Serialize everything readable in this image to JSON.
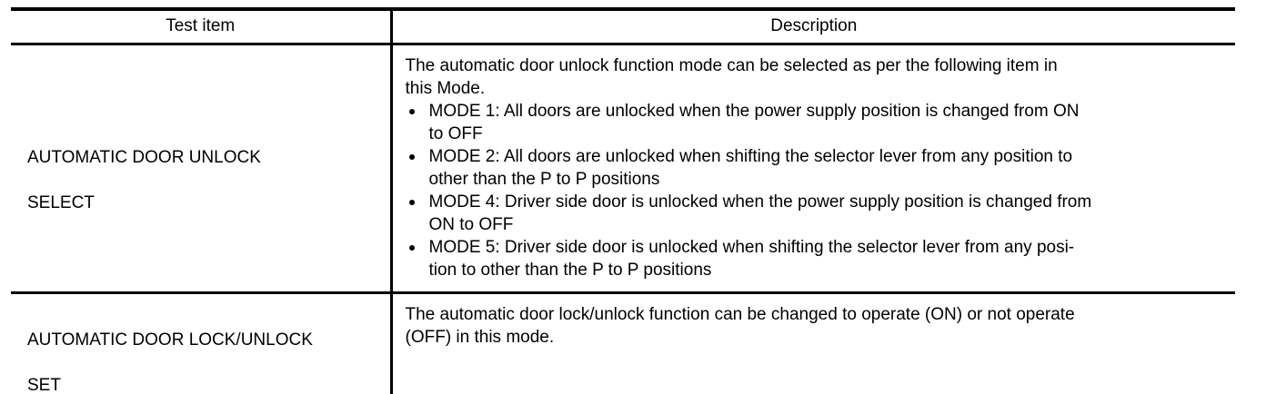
{
  "table": {
    "headers": {
      "test_item": "Test item",
      "description": "Description"
    },
    "rows": [
      {
        "test_item_line1": "AUTOMATIC DOOR UNLOCK",
        "test_item_line2": "SELECT",
        "description": {
          "intro_line1": "The automatic door unlock function mode can be selected as per the following item in",
          "intro_line2": "this Mode.",
          "bullets": [
            {
              "bullet": "•",
              "line1": "MODE 1: All doors are unlocked when the power supply position is changed from ON",
              "line2": "to OFF"
            },
            {
              "bullet": "•",
              "line1": "MODE 2: All doors are unlocked when shifting the selector lever from any position to",
              "line2": "other than the P to P positions"
            },
            {
              "bullet": "•",
              "line1": "MODE 4: Driver side door is unlocked when the power supply position is changed from",
              "line2": "ON to OFF"
            },
            {
              "bullet": "•",
              "line1": "MODE 5: Driver side door is unlocked when shifting the selector lever from any posi-",
              "line2": "tion to other than the P to P positions"
            }
          ]
        }
      },
      {
        "test_item_line1": "AUTOMATIC DOOR LOCK/UNLOCK",
        "test_item_line2": "SET",
        "description": {
          "line1": "The automatic door lock/unlock function can be changed to operate (ON) or not operate",
          "line2": "(OFF) in this mode."
        }
      }
    ]
  }
}
